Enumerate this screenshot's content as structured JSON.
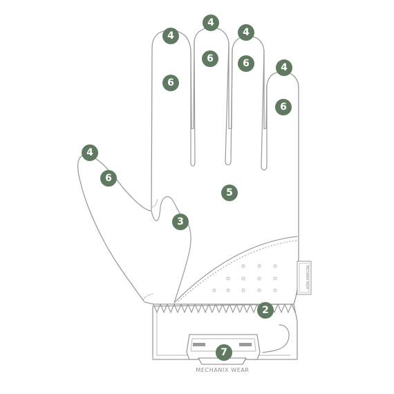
{
  "brand": "MECHANIX WEAR",
  "tag_text": "MECHANIX WEAR",
  "colors": {
    "badge": "#5f7a60",
    "outline": "#9a9a9a",
    "background": "#ffffff"
  },
  "callouts": [
    {
      "id": "index-tip",
      "label": "4"
    },
    {
      "id": "middle-tip",
      "label": "4"
    },
    {
      "id": "ring-tip",
      "label": "4"
    },
    {
      "id": "pinky-tip",
      "label": "4"
    },
    {
      "id": "thumb-tip",
      "label": "4"
    },
    {
      "id": "index-body",
      "label": "6"
    },
    {
      "id": "middle-body",
      "label": "6"
    },
    {
      "id": "ring-body",
      "label": "6"
    },
    {
      "id": "pinky-body",
      "label": "6"
    },
    {
      "id": "thumb-body",
      "label": "6"
    },
    {
      "id": "palm",
      "label": "5"
    },
    {
      "id": "thumb-crotch",
      "label": "3"
    },
    {
      "id": "cuff-seam",
      "label": "2"
    },
    {
      "id": "closure",
      "label": "7"
    }
  ]
}
